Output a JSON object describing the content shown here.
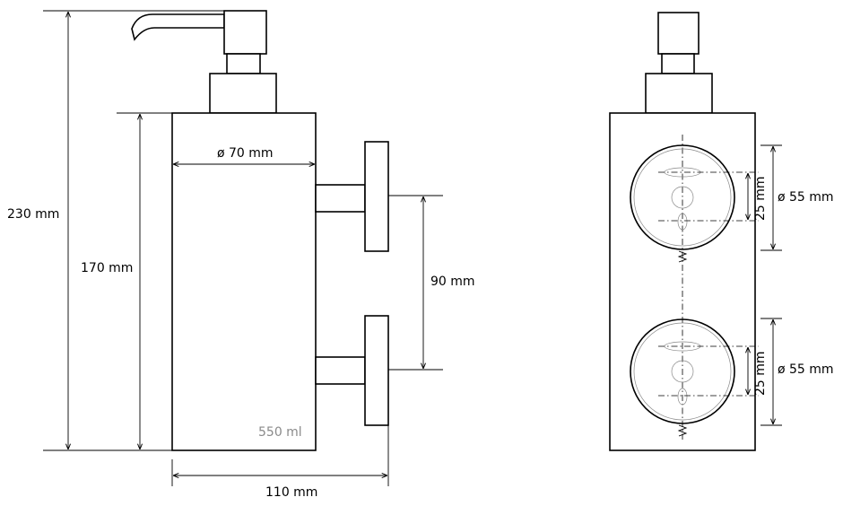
{
  "dimensions": {
    "total_height": "230 mm",
    "body_height": "170 mm",
    "diameter": "ø 70 mm",
    "bracket_spacing": "90 mm",
    "depth": "110 mm",
    "volume": "550 ml",
    "top_mount": {
      "spacing": "25 mm",
      "diameter": "ø 55 mm"
    },
    "bottom_mount": {
      "spacing": "25 mm",
      "diameter": "ø 55 mm"
    }
  }
}
